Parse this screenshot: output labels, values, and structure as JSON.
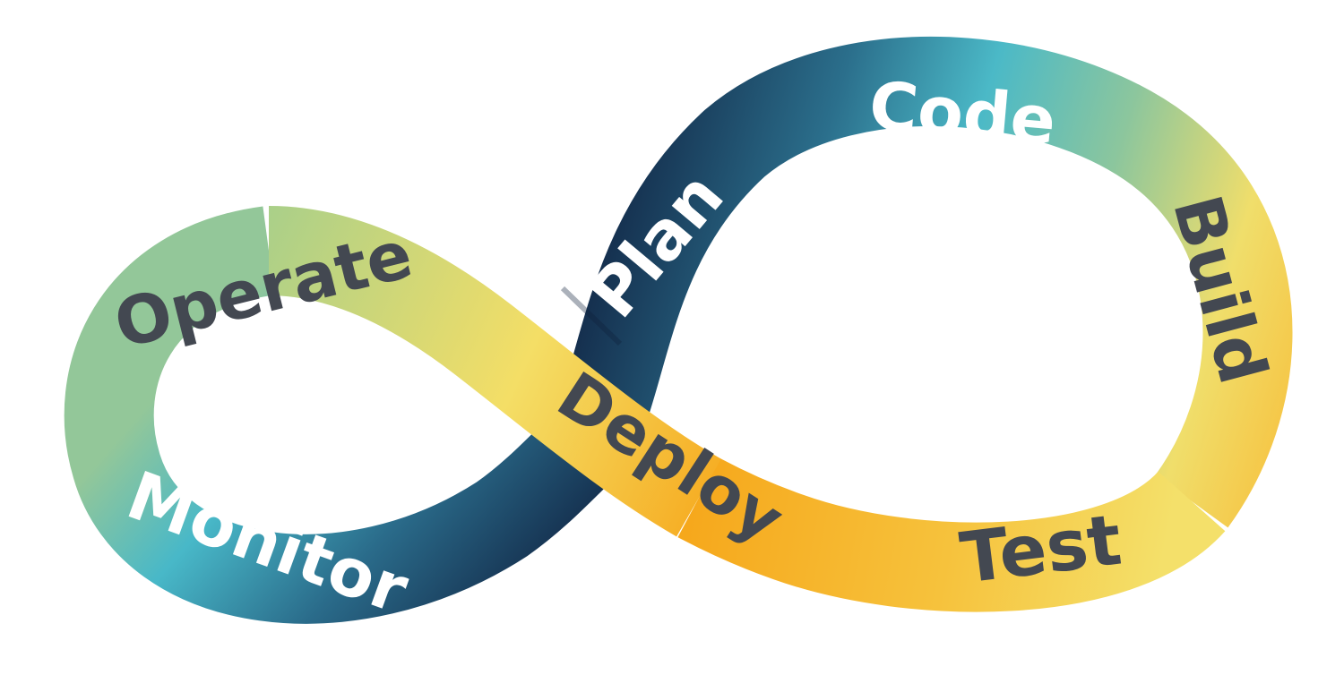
{
  "diagram": {
    "type": "devops-infinity-loop",
    "stages": [
      {
        "name": "Plan",
        "text_color": "#ffffff"
      },
      {
        "name": "Code",
        "text_color": "#ffffff"
      },
      {
        "name": "Build",
        "text_color": "#434851"
      },
      {
        "name": "Test",
        "text_color": "#434851"
      },
      {
        "name": "Deploy",
        "text_color": "#434851"
      },
      {
        "name": "Operate",
        "text_color": "#434851"
      },
      {
        "name": "Monitor",
        "text_color": "#ffffff"
      }
    ],
    "colors": {
      "navy": "#15304f",
      "teal": "#48b8c8",
      "green": "#8cc69d",
      "yellow": "#f4de66",
      "orange": "#f6a81c",
      "label_dark": "#434851",
      "label_light": "#ffffff"
    }
  }
}
